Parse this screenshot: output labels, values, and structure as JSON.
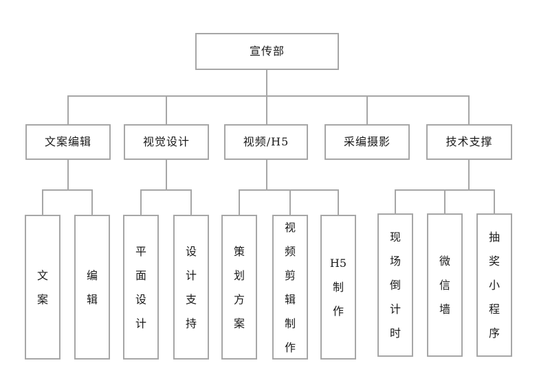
{
  "chart": {
    "type": "org-chart",
    "root": {
      "label": "宣传部"
    },
    "groups": [
      {
        "label": "文案编辑",
        "children": [
          "文\n案",
          "编\n辑"
        ]
      },
      {
        "label": "视觉设计",
        "children": [
          "平\n面\n设\n计",
          "设\n计\n支\n持"
        ]
      },
      {
        "label": "视频/H5",
        "children": [
          "策\n划\n方\n案",
          "视\n频\n剪\n辑\n制\n作",
          "H5\n制\n作"
        ]
      },
      {
        "label": "采编摄影",
        "children": []
      },
      {
        "label": "技术支撑",
        "children": [
          "现\n场\n倒\n计\n时",
          "微\n信\n墙",
          "抽\n奖\n小\n程\n序"
        ]
      }
    ]
  },
  "colors": {
    "border": "#a6a6a6",
    "connector": "#a6a6a6",
    "text": "#1a1a1a",
    "background": "#ffffff"
  }
}
